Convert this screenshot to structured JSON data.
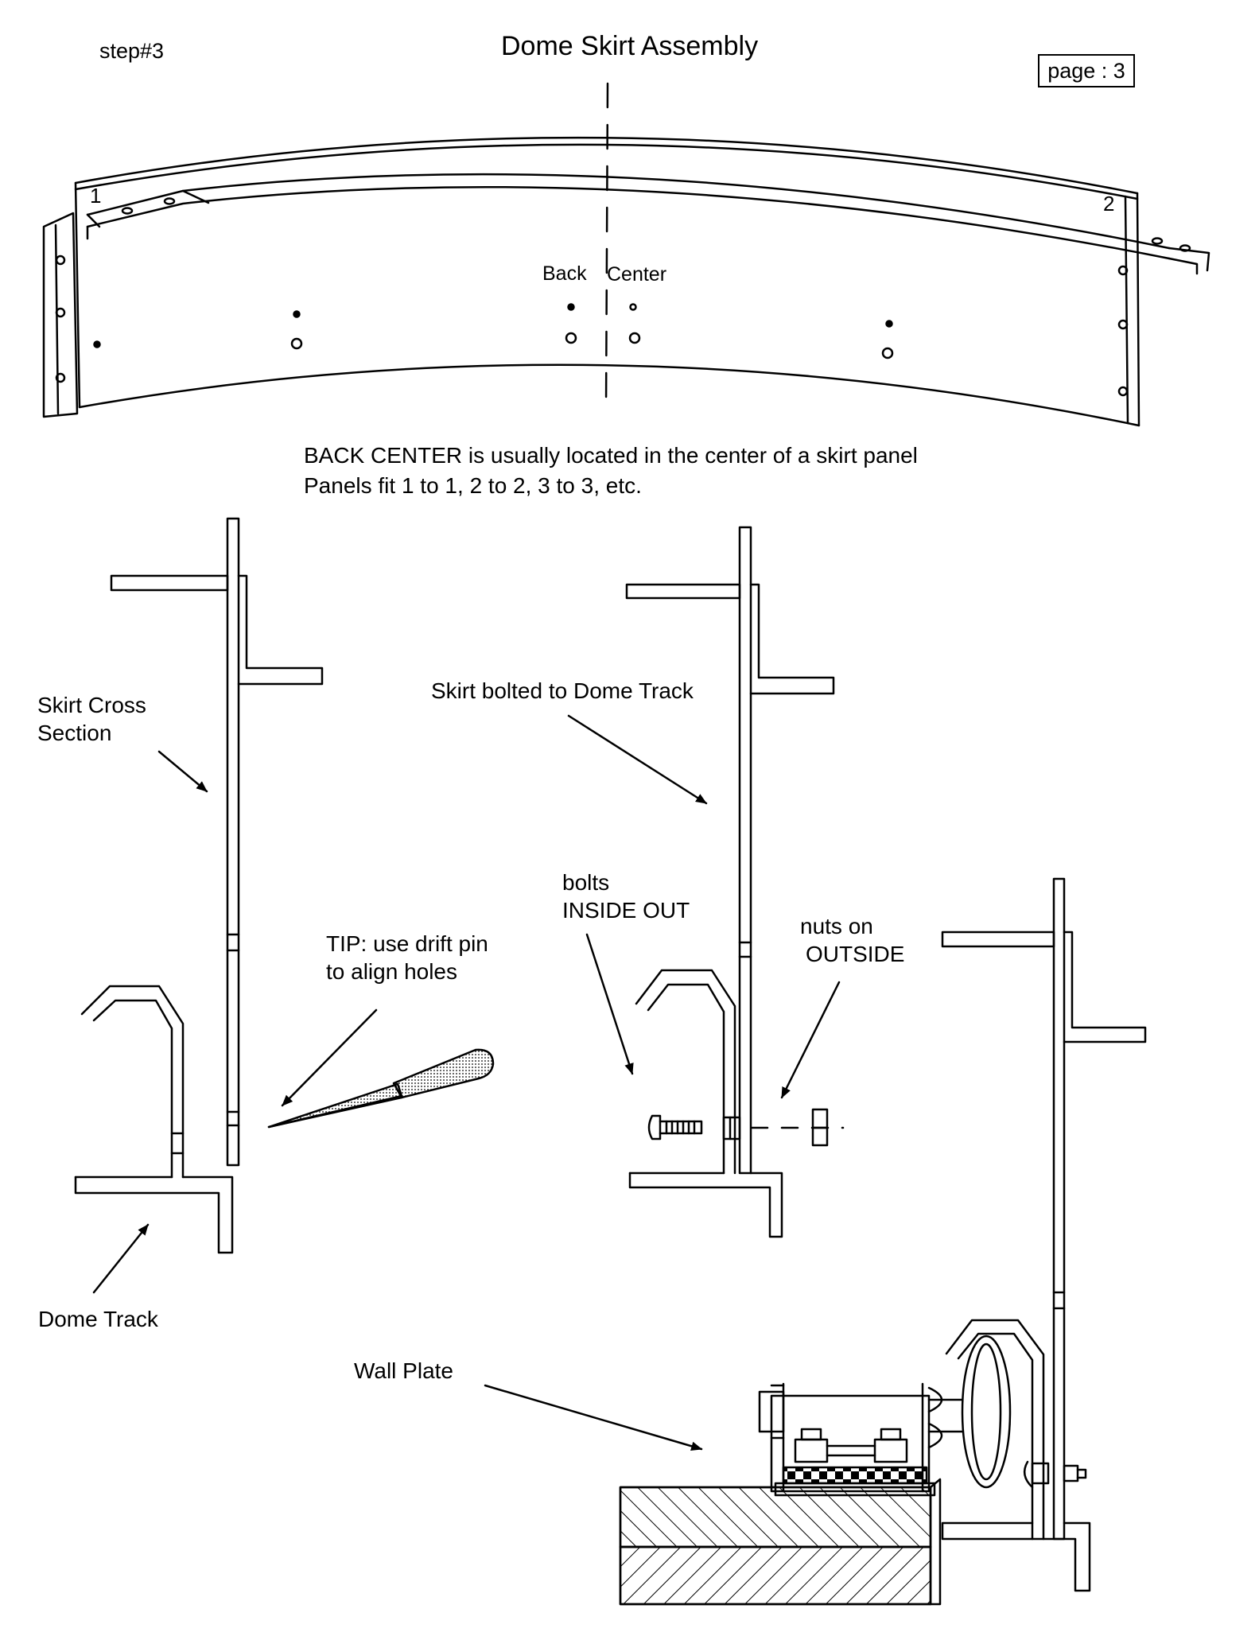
{
  "header": {
    "step": "step#3",
    "title": "Dome Skirt Assembly",
    "page": "page : 3"
  },
  "panel": {
    "marker_left": "1",
    "marker_right": "2",
    "back_label": "Back",
    "center_label": "Center"
  },
  "notes": {
    "line1": "BACK CENTER is usually located in the center of a skirt panel",
    "line2": "Panels fit 1 to 1, 2 to 2, 3 to 3, etc."
  },
  "labels": {
    "skirt_cross_1": "Skirt Cross",
    "skirt_cross_2": "Section",
    "skirt_bolted": "Skirt bolted to Dome Track",
    "bolts_1": "bolts",
    "bolts_2": "INSIDE OUT",
    "nuts_1": "nuts on",
    "nuts_2": "OUTSIDE",
    "tip_1": "TIP: use drift pin",
    "tip_2": "to align holes",
    "dome_track": "Dome Track",
    "wall_plate": "Wall Plate"
  }
}
